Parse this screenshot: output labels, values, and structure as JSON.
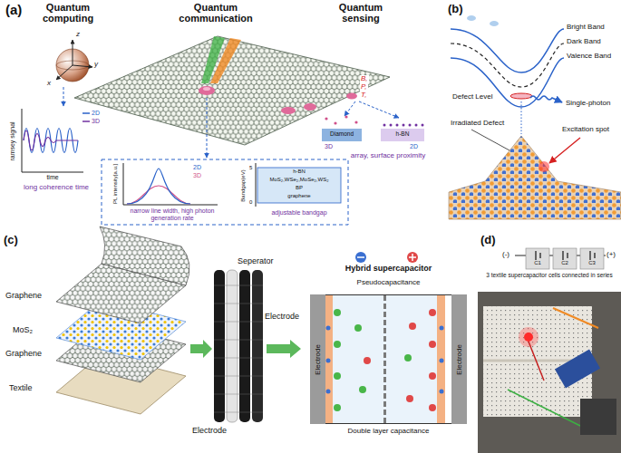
{
  "diagram": {
    "nodes": [
      {
        "text": [
          "Hybrid supercapacitor",
          "Pseudocapacitance",
          "Double layer capacitance"
        ]
      },
      {
        "text": [
          "Electrode"
        ],
        "in": 0
      },
      {
        "text": [
          "Electrode"
        ],
        "in": 0
      }
    ],
    "labels": [
      "(a)",
      "Quantum computing",
      "Quantum communication",
      "Quantum sensing",
      "z",
      "x",
      "y",
      "B,",
      "P,",
      "T,",
      "ramsey signal",
      "2D",
      "3D",
      "time",
      "long coherence time",
      "PL intensity[a.u.]",
      "2D",
      "3D",
      "narrow line width, high photon generation rate",
      "Bandgap(eV)",
      "5",
      "0",
      "h-BN",
      "MoS₂,WSe₂,MoSe₂,WS₂",
      "BP",
      "graphene",
      "adjustable bandgap",
      "3D",
      "Diamond",
      "2D",
      "h-BN",
      "array, surface proximity",
      "(b)",
      "Bright Band",
      "Dark Band",
      "Valence Band",
      "Defect Level",
      "Single-photon",
      "Irradiated Defect",
      "Excitation spot",
      "(c)",
      "Graphene",
      "MoS₂",
      "Graphene",
      "Textile",
      "Seperator",
      "Electrode",
      "Electrode",
      "(d)",
      "(-)",
      "C1",
      "C2",
      "C3",
      "(+)",
      "3 textile supercapacitor cells connected in series"
    ]
  }
}
